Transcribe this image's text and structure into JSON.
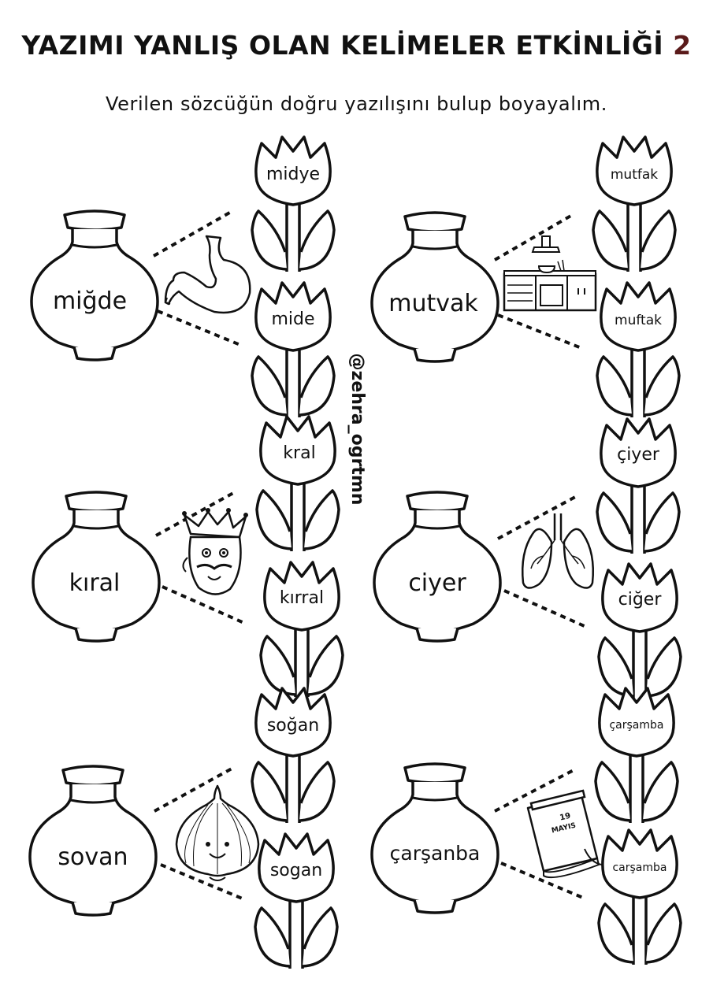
{
  "title": "YAZIMI YANLIŞ OLAN KELİMELER ETKİNLİĞİ",
  "title_number": "2",
  "subtitle": "Verilen sözcüğün doğru yazılışını bulup boyayalım.",
  "watermark": "@zehra_ogrtmn",
  "colors": {
    "ink": "#111111",
    "title_number": "#5a1a1a",
    "background": "#ffffff"
  },
  "items": [
    {
      "vase_word": "miğde",
      "picture": "stomach-icon",
      "options": [
        "midye",
        "mide"
      ]
    },
    {
      "vase_word": "mutvak",
      "picture": "kitchen-icon",
      "options": [
        "mutfak",
        "muftak"
      ]
    },
    {
      "vase_word": "kıral",
      "picture": "king-icon",
      "options": [
        "kral",
        "kırral"
      ]
    },
    {
      "vase_word": "ciyer",
      "picture": "lungs-icon",
      "options": [
        "çiyer",
        "ciğer"
      ]
    },
    {
      "vase_word": "sovan",
      "picture": "onion-icon",
      "options": [
        "soğan",
        "sogan"
      ]
    },
    {
      "vase_word": "çarşanba",
      "picture": "calendar-icon",
      "options": [
        "çarşamba",
        "carşamba"
      ],
      "calendar_day": "19",
      "calendar_month": "MAYIS"
    }
  ]
}
